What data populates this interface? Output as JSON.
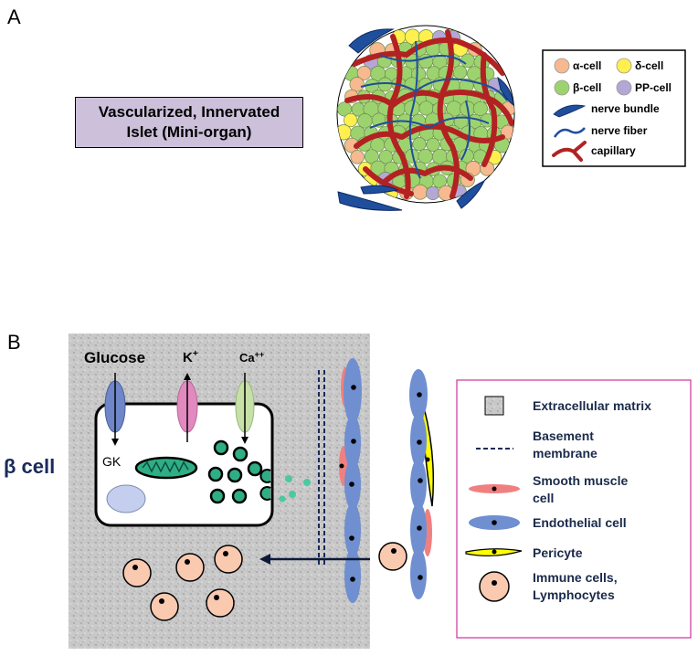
{
  "panel_a": {
    "letter": "A",
    "box_line1": "Vascularized, Innervated",
    "box_line2": "Islet (Mini-organ)",
    "legend": {
      "alpha": "α-cell",
      "delta": "δ-cell",
      "beta": "β-cell",
      "pp": "PP-cell",
      "nerve_bundle": "nerve bundle",
      "nerve_fiber": "nerve fiber",
      "capillary": "capillary"
    }
  },
  "panel_b": {
    "letter": "B",
    "beta_cell_label": "β cell",
    "glucose": "Glucose",
    "k_ion": "K",
    "k_sup": "+",
    "ca_ion": "Ca",
    "ca_sup": "++",
    "gk": "GK",
    "legend": {
      "ecm": "Extracellular matrix",
      "basement_1": "Basement",
      "basement_2": "membrane",
      "smooth_1": "Smooth muscle",
      "smooth_2": "cell",
      "endothelial": "Endothelial cell",
      "pericyte": "Pericyte",
      "immune_1": "Immune cells,",
      "immune_2": "Lymphocytes"
    }
  },
  "colors": {
    "alpha": "#f7b98f",
    "delta": "#ffef4f",
    "beta": "#9dd36f",
    "pp": "#b4a7d6",
    "nerve": "#1f4e9c",
    "capillary": "#b22222",
    "endothelial": "#6f8fd0",
    "smooth_muscle": "#f08080",
    "pericyte": "#ffff00",
    "immune": "#f9c9b0",
    "granule": "#3cb38c",
    "box_fill": "#ccc0da",
    "legend_border_b": "#cc3399"
  }
}
